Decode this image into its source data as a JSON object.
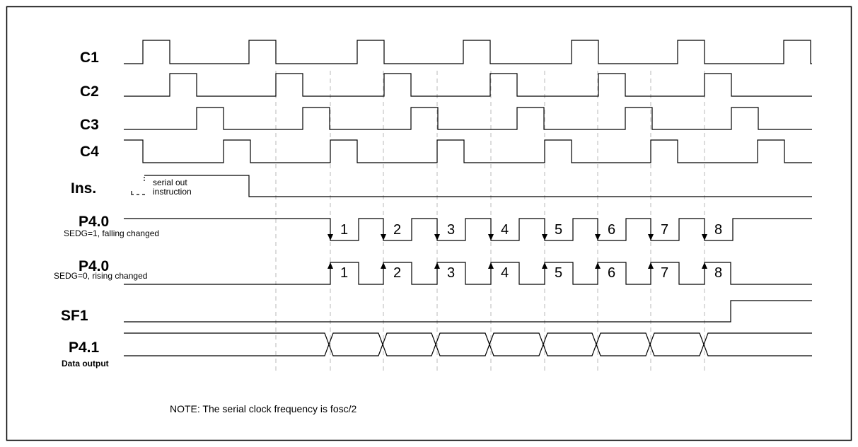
{
  "signals": {
    "c1": "C1",
    "c2": "C2",
    "c3": "C3",
    "c4": "C4",
    "ins": "Ins.",
    "p40_falling": {
      "name": "P4.0",
      "subtitle": "SEDG=1, falling changed"
    },
    "p40_rising": {
      "name": "P4.0",
      "subtitle": "SEDG=0, rising changed"
    },
    "sf1": "SF1",
    "p41": {
      "name": "P4.1",
      "subtitle": "Data output"
    }
  },
  "instruction_label": [
    "serial out",
    "instruction"
  ],
  "bit_numbers": [
    "1",
    "2",
    "3",
    "4",
    "5",
    "6",
    "7",
    "8"
  ],
  "note": "NOTE: The serial clock frequency is fosc/2"
}
